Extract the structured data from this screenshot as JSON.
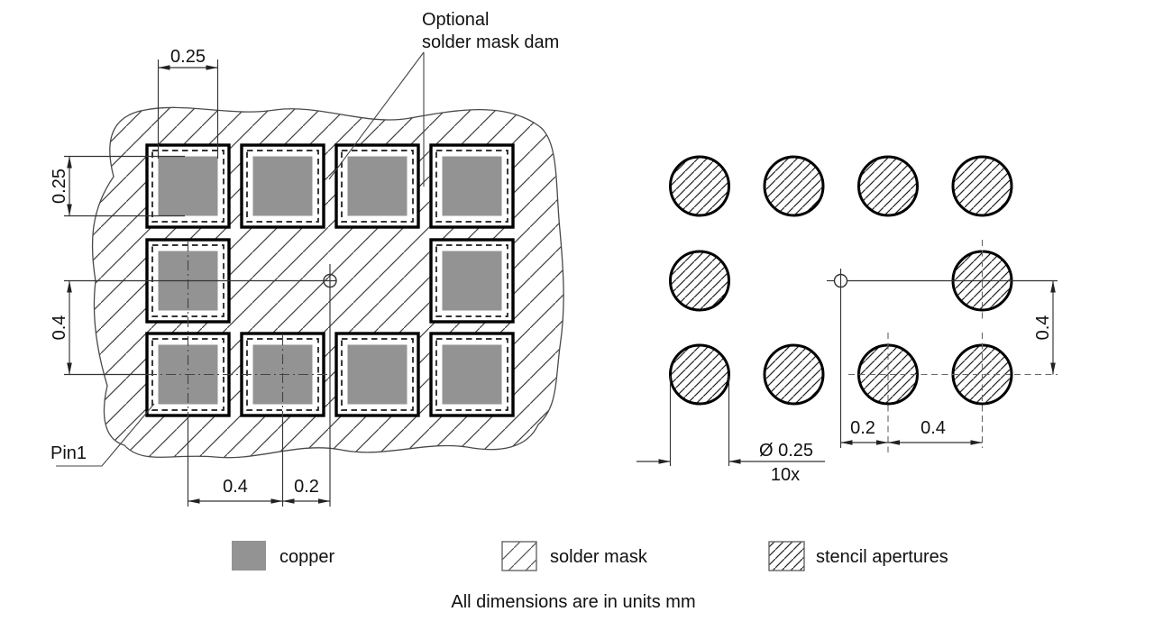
{
  "colors": {
    "copper": "#939393",
    "line": "#222222",
    "hatch": "#3a3a3a"
  },
  "left_view": {
    "annotation": {
      "line1": "Optional",
      "line2": "solder mask dam"
    },
    "pin1_label": "Pin1",
    "dim_pad_width": "0.25",
    "dim_pad_height": "0.25",
    "dim_row_pitch": "0.4",
    "dim_col_pitch": "0.4",
    "dim_center_offset": "0.2"
  },
  "right_view": {
    "dim_aperture_diameter": "Ø 0.25",
    "dim_aperture_count": "10x",
    "dim_center_offset": "0.2",
    "dim_col_pitch": "0.4",
    "dim_row_pitch": "0.4"
  },
  "legend": {
    "items": [
      {
        "label": "copper"
      },
      {
        "label": "solder mask"
      },
      {
        "label": "stencil apertures"
      }
    ]
  },
  "footer_note": "All dimensions are in units mm",
  "geometry": {
    "pad_columns": 4,
    "pad_rows": 3,
    "total_pads": 10,
    "total_apertures": 10
  }
}
